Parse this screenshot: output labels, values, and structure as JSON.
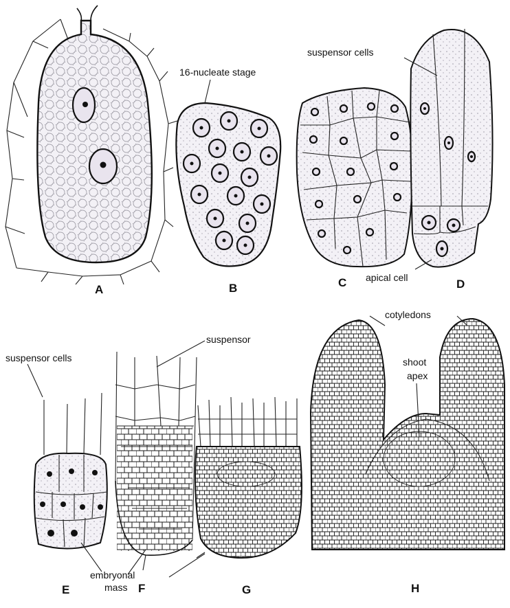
{
  "labels": {
    "sixteen_nucleate": "16-nucleate stage",
    "suspensor_cells_d": "suspensor cells",
    "apical_cell": "apical cell",
    "suspensor_cells_e": "suspensor cells",
    "suspensor_f": "suspensor",
    "embryonal": "embryonal",
    "mass": "mass",
    "cotyledons": "cotyledons",
    "shoot": "shoot",
    "apex": "apex"
  },
  "panels": {
    "a": "A",
    "b": "B",
    "c": "C",
    "d": "D",
    "e": "E",
    "f": "F",
    "g": "G",
    "h": "H"
  }
}
